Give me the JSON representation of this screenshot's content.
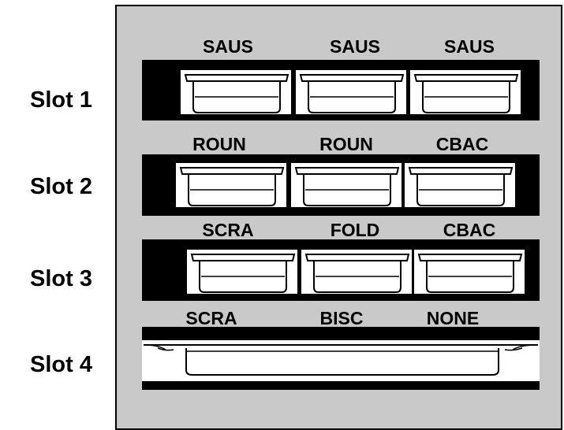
{
  "slots": [
    {
      "label": "Slot 1",
      "pans": [
        "SAUS",
        "SAUS",
        "SAUS"
      ]
    },
    {
      "label": "Slot 2",
      "pans": [
        "ROUN",
        "ROUN",
        "CBAC"
      ]
    },
    {
      "label": "Slot 3",
      "pans": [
        "SCRA",
        "FOLD",
        "CBAC"
      ]
    },
    {
      "label": "Slot 4",
      "pans": [
        "SCRA",
        "BISC",
        "NONE"
      ]
    }
  ],
  "colors": {
    "cabinet": "#c9c9c9",
    "bar": "#000000",
    "pan": "#ffffff"
  }
}
